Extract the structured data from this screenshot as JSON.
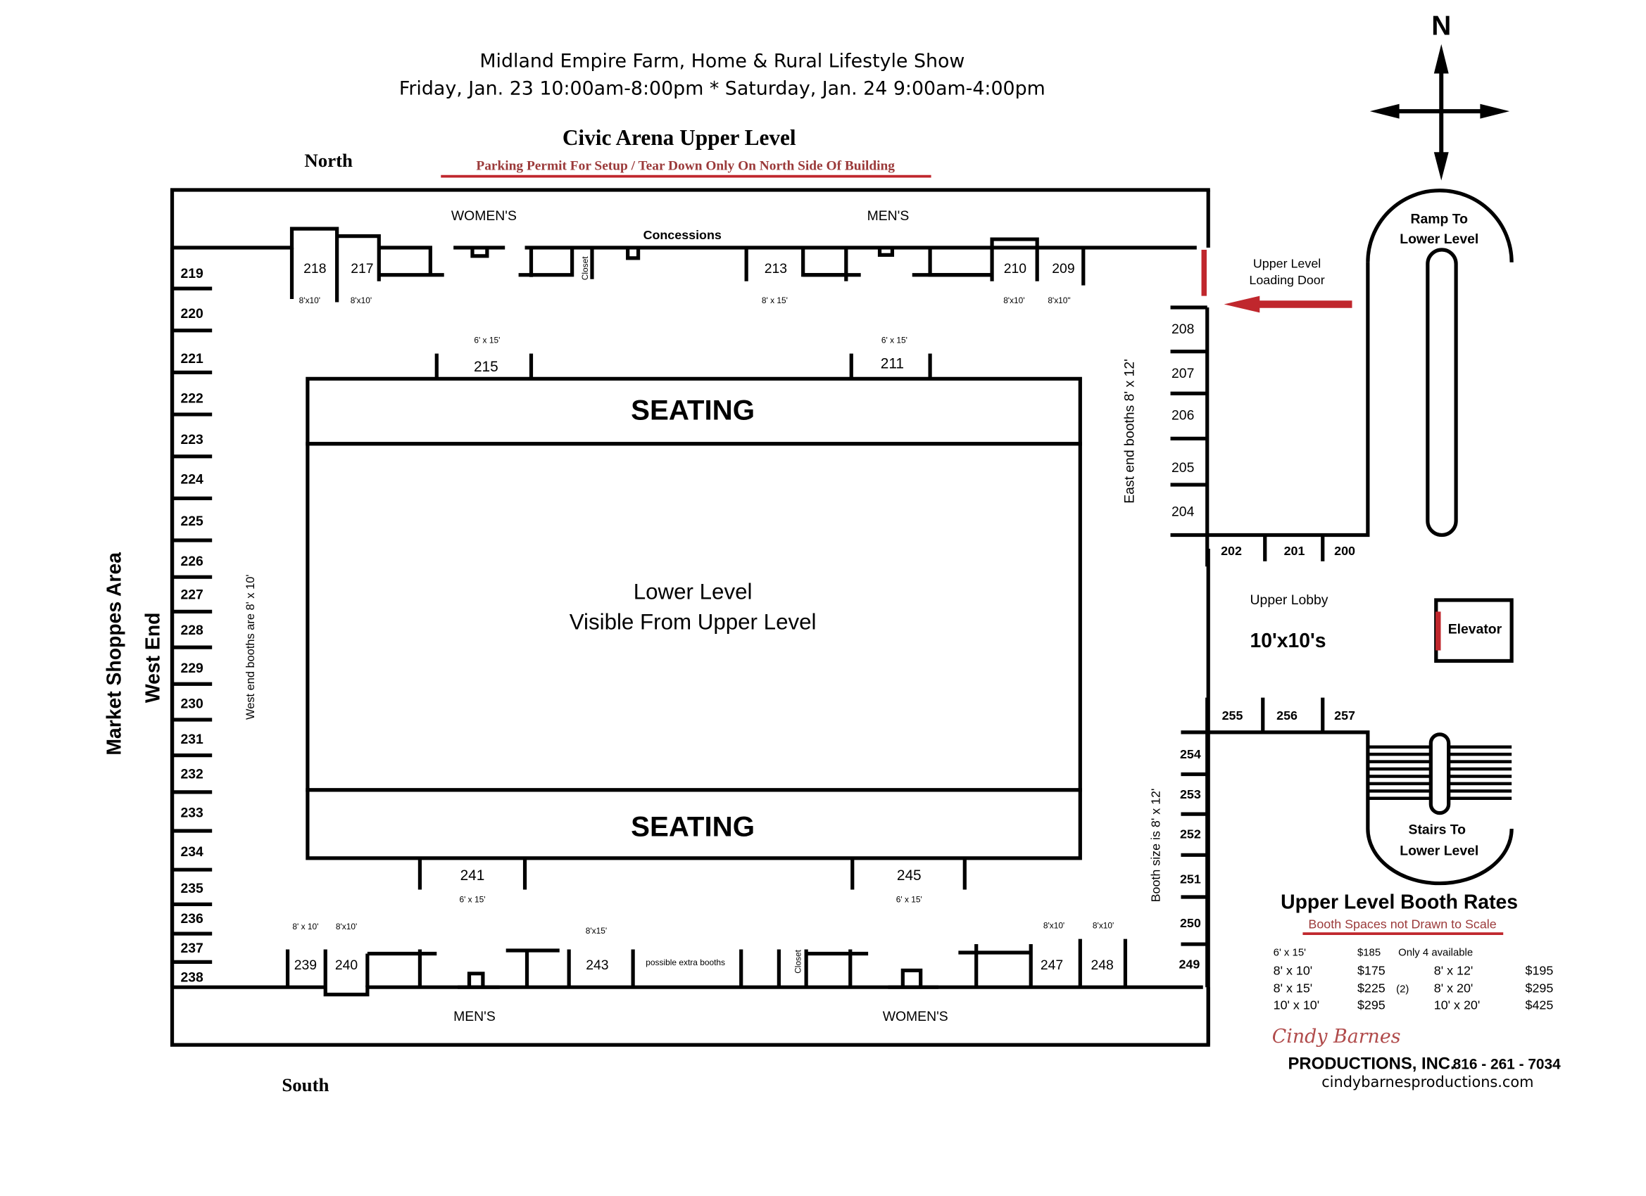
{
  "header": {
    "title": "Midland Empire Farm, Home & Rural Lifestyle Show",
    "dates": "Friday, Jan. 23  10:00am-8:00pm  *  Saturday, Jan. 24  9:00am-4:00pm",
    "level": "Civic Arena Upper Level",
    "parking": "Parking Permit For Setup / Tear Down Only On North Side Of Building",
    "north": "North",
    "south": "South",
    "compass": "N"
  },
  "west": {
    "area": "Market  Shoppes  Area",
    "end": "West  End",
    "note": "West end booths are 8' x 10'",
    "booths": [
      "219",
      "220",
      "221",
      "222",
      "223",
      "224",
      "225",
      "226",
      "227",
      "228",
      "229",
      "230",
      "231",
      "232",
      "233",
      "234",
      "235",
      "236",
      "237",
      "238"
    ]
  },
  "north_row": {
    "womens": "WOMEN'S",
    "mens": "MEN'S",
    "concessions": "Concessions",
    "closet": "Closet",
    "b218": "218",
    "b217": "217",
    "b213": "213",
    "b210": "210",
    "b209": "209",
    "s218": "8'x10'",
    "s217": "8'x10'",
    "s213": "8' x 15'",
    "s210": "8'x10'",
    "s209": "8'x10\"",
    "b215": "215",
    "b211": "211",
    "s215": "6' x 15'",
    "s211": "6' x 15'"
  },
  "center": {
    "seating_top": "SEATING",
    "seating_bottom": "SEATING",
    "lower1": "Lower Level",
    "lower2": "Visible From Upper Level"
  },
  "south_row": {
    "mens": "MEN'S",
    "womens": "WOMEN'S",
    "closet": "Closet",
    "b241": "241",
    "b245": "245",
    "s241": "6' x 15'",
    "s245": "6' x 15'",
    "b239": "239",
    "b240": "240",
    "s239": "8' x 10'",
    "s240": "8'x10'",
    "b243": "243",
    "s243": "8'x15'",
    "extra": "possible extra booths",
    "b247": "247",
    "b248": "248",
    "s247": "8'x10'",
    "s248": "8'x10'"
  },
  "east": {
    "note": "East end booths 8' x 12'",
    "booths_upper": [
      "208",
      "207",
      "206",
      "205",
      "204"
    ],
    "lobby_booths": [
      "202",
      "201",
      "200"
    ],
    "lower_booths": [
      "255",
      "256",
      "257"
    ],
    "booths_lower": [
      "254",
      "253",
      "252",
      "251",
      "250",
      "249"
    ],
    "size_note": "Booth size is 8' x 12'",
    "loading1": "Upper Level",
    "loading2": "Loading Door",
    "ramp1": "Ramp To",
    "ramp2": "Lower Level",
    "lobby": "Upper  Lobby",
    "lobby_size": "10'x10's",
    "elevator": "Elevator",
    "stairs1": "Stairs To",
    "stairs2": "Lower Level"
  },
  "rates": {
    "title": "Upper Level Booth Rates",
    "subtitle": "Booth Spaces not Drawn to Scale",
    "rows": [
      [
        "6' x  15'",
        "$185",
        "",
        "Only 4 available",
        ""
      ],
      [
        "8' x 10'",
        "$175",
        "",
        "8' x 12'",
        "$195"
      ],
      [
        "8' x 15'",
        "$225",
        "(2)",
        "8' x 20'",
        "$295"
      ],
      [
        "10' x 10'",
        "$295",
        "",
        "10' x 20'",
        "$425"
      ]
    ],
    "logo": "Cindy Barnes",
    "company": "PRODUCTIONS, INC.",
    "phone": "816 - 261 - 7034",
    "website": "cindybarnesproductions.com"
  },
  "colors": {
    "accent_red": "#c0272d",
    "subtitle_red": "#9b3a3a"
  }
}
